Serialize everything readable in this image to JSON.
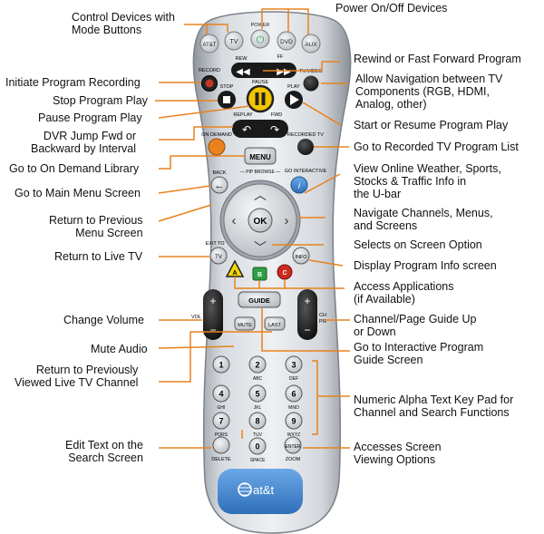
{
  "callouts": {
    "control_devices": "Control Devices with\nMode Buttons",
    "power": "Power On/Off Devices",
    "record": "Initiate Program Recording",
    "rewind_ff": "Rewind or Fast Forward Program",
    "stop": "Stop Program Play",
    "nav_components": "Allow Navigation between TV\nComponents (RGB, HDMI,\nAnalog, other)",
    "pause": "Pause Program Play",
    "start_resume": "Start or Resume Program Play",
    "dvr_jump": "DVR Jump Fwd or\nBackward by Interval",
    "recorded_list": "Go to Recorded TV Program List",
    "on_demand": "Go to On Demand Library",
    "online_info": "View Online Weather, Sports,\nStocks & Traffic Info in\nthe U-bar",
    "main_menu": "Go to Main Menu Screen",
    "navigate": "Navigate Channels, Menus,\nand Screens",
    "return_prev": "Return to Previous\nMenu Screen",
    "selects": "Selects on Screen Option",
    "live_tv": "Return to Live TV",
    "program_info": "Display Program Info screen",
    "applications": "Access Applications\n(if Available)",
    "volume": "Change Volume",
    "channel_page": "Channel/Page Guide Up\nor Down",
    "mute": "Mute Audio",
    "guide": "Go to Interactive Program\nGuide Screen",
    "last_channel": "Return to Previously\nViewed Live TV Channel",
    "keypad": "Numeric Alpha Text Key Pad for\nChannel and Search Functions",
    "edit_text": "Edit Text on the\nSearch Screen",
    "zoom": "Accesses Screen\nViewing Options"
  },
  "remote": {
    "mode_buttons": [
      "AT&T",
      "TV",
      "DVD",
      "AUX"
    ],
    "power_label": "POWER",
    "record": "RECORD",
    "rew": "REW",
    "ff": "FF",
    "tv_video": "TV/VIDEO",
    "stop": "STOP",
    "pause": "PAUSE",
    "play": "PLAY",
    "replay": "REPLAY",
    "fwd": "FWD",
    "on_demand": "ON DEMAND",
    "recorded_tv": "RECORDED TV",
    "menu": "MENU",
    "back": "BACK",
    "pip_browse": "— PIP BROWSE —",
    "go_interactive": "GO INTERACTIVE",
    "ok": "OK",
    "exit_to": "EXIT TO",
    "tv": "TV",
    "info": "INFO",
    "a": "A",
    "b": "B",
    "c": "C",
    "guide": "GUIDE",
    "vol": "VOL",
    "ch": "CH",
    "pg": "PG",
    "mute": "MUTE",
    "last": "LAST",
    "keys": [
      {
        "num": "1",
        "sub": ""
      },
      {
        "num": "2",
        "sub": "ABC"
      },
      {
        "num": "3",
        "sub": "DEF"
      },
      {
        "num": "4",
        "sub": "GHI"
      },
      {
        "num": "5",
        "sub": "JKL"
      },
      {
        "num": "6",
        "sub": "MNO"
      },
      {
        "num": "7",
        "sub": "PQRS"
      },
      {
        "num": "8",
        "sub": "TUV"
      },
      {
        "num": "9",
        "sub": "WXYZ"
      },
      {
        "num": "0",
        "sub": "SPACE"
      }
    ],
    "delete": "DELETE",
    "enter": "ENTER",
    "zoom": "ZOOM",
    "brand": "at&t"
  },
  "colors": {
    "leader": "#e8821e",
    "body": "#c9ced4",
    "record": "#c0392b",
    "pause": "#f2c500",
    "on_demand": "#e8821e",
    "a_key": "#f5d60a",
    "b_key": "#2ea043",
    "c_key": "#cc2a1f",
    "brand_panel": "#4a90d9"
  }
}
